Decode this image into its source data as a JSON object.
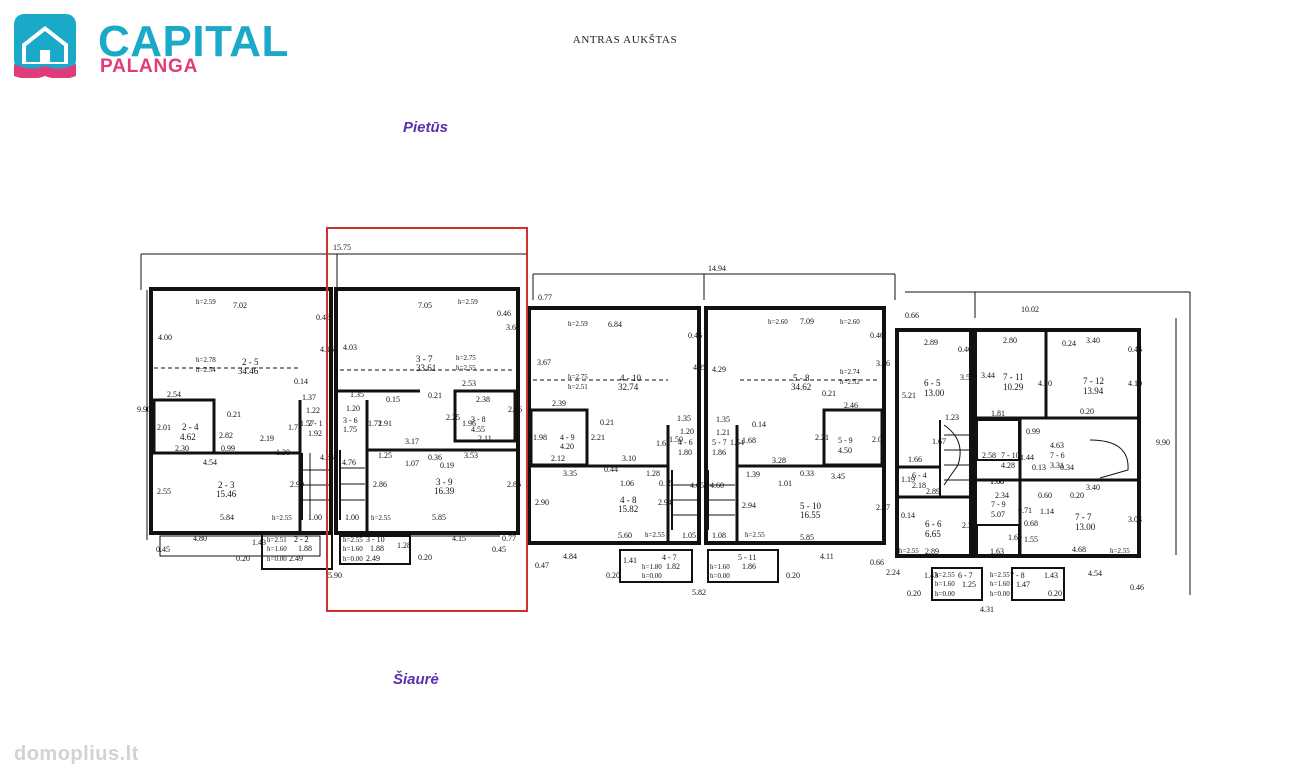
{
  "header": {
    "brand_name": "CAPITAL",
    "brand_sub": "PALANGA",
    "floor_title": "ANTRAS AUKŠTAS"
  },
  "orientation": {
    "south": "Pietūs",
    "north": "Šiaurė"
  },
  "watermark": "domoplius.lt",
  "colors": {
    "brand_blue": "#1aa9c8",
    "brand_pink": "#e23b7c",
    "direction_purple": "#5a2fb0",
    "highlight_red": "#d32f2f",
    "wall": "#111111"
  },
  "overall_dimensions": {
    "d1": "15.75",
    "d2": "14.94",
    "d3": "10.02",
    "d4": "9.90",
    "d5": "9.90",
    "d6": "5.82",
    "d7": "5.90",
    "d8": "4.31"
  },
  "apartment_2": {
    "r_2_5": {
      "code": "2 - 5",
      "area": "34.46"
    },
    "r_2_4": {
      "code": "2 - 4",
      "area": "4.62"
    },
    "r_2_1": {
      "code": "2 - 1",
      "area": "1.92"
    },
    "r_2_3": {
      "code": "2 - 3",
      "area": "15.46"
    },
    "r_2_2": {
      "code": "2 - 2",
      "area": "1.88"
    },
    "dims": {
      "top": "7.02",
      "h1": "h=2.59",
      "h2": "h=2.78",
      "h3": "h=2.54",
      "left1": "4.00",
      "right1": "0.46",
      "right2": "4.16",
      "d_254": "2.54",
      "d_021": "0.21",
      "d_137": "1.37",
      "d_122": "1.22",
      "d_157": "1.57",
      "d_171": "1.71",
      "d_201": "2.01",
      "d_282": "2.82",
      "d_230": "2.30",
      "d_099": "0.99",
      "d_219": "2.19",
      "d_130": "1.30",
      "d_454": "4.54",
      "d_014": "0.14",
      "d_255a": "2.55",
      "d_299": "2.99",
      "d_584": "5.84",
      "h255": "h=2.55",
      "d_100": "1.00",
      "d_480": "4.80",
      "d_143": "1.43",
      "h251": "h=2.51",
      "h160": "h=1.60",
      "h000": "h=0.00",
      "d_249": "2.49",
      "d_020": "0.20",
      "d_045": "0.45",
      "d_464": "4.64"
    }
  },
  "apartment_3": {
    "r_3_7": {
      "code": "3 - 7",
      "area": "33.61"
    },
    "r_3_8": {
      "code": "3 - 8",
      "area": "4.55"
    },
    "r_3_6": {
      "code": "3 - 6",
      "area": "1.75"
    },
    "r_3_9": {
      "code": "3 - 9",
      "area": "16.39"
    },
    "r_3_10": {
      "code": "3 - 10",
      "area": "1.88"
    },
    "dims": {
      "top": "7.05",
      "h1": "h=2.59",
      "h2": "h=2.75",
      "h3": "h=2.55",
      "left1": "4.03",
      "right1": "0.46",
      "right2": "3.69",
      "d_253": "2.53",
      "d_238": "2.38",
      "d_135": "1.35",
      "d_120": "1.20",
      "d_015": "0.15",
      "d_021": "0.21",
      "d_196": "1.96",
      "d_211": "2.11",
      "d_191": "1.91",
      "d_172": "1.72",
      "d_225": "2.25",
      "d_226": "2.26",
      "d_317": "3.17",
      "d_125": "1.25",
      "d_107": "1.07",
      "d_019": "0.19",
      "d_353": "3.53",
      "d_476": "4.76",
      "d_286a": "2.86",
      "d_286b": "2.86",
      "d_100": "1.00",
      "h255": "h=2.55",
      "d_585": "5.85",
      "d_415": "4.15",
      "d_128": "1.28",
      "d_045": "0.45",
      "d_077": "0.77",
      "d_020": "0.20",
      "h255b": "h=2.55",
      "h160": "h=1.60",
      "h000": "h=0.00",
      "d_249": "2.49",
      "d_036": "0.36"
    }
  },
  "apartment_4": {
    "r_4_10": {
      "code": "4 - 10",
      "area": "32.74"
    },
    "r_4_9": {
      "code": "4 - 9",
      "area": "4.20"
    },
    "r_4_6": {
      "code": "4 - 6",
      "area": "1.80"
    },
    "r_4_8": {
      "code": "4 - 8",
      "area": "15.82"
    },
    "r_4_7": {
      "code": "4 - 7",
      "area": "1.82"
    },
    "dims": {
      "top": "6.84",
      "h1": "h=2.59",
      "h2": "h=2.75",
      "h3": "h=2.51",
      "left1": "3.67",
      "right1": "0.46",
      "right2": "4.25",
      "d_077": "0.77",
      "d_239": "2.39",
      "d_021": "0.21",
      "d_135": "1.35",
      "d_120": "1.20",
      "d_198": "1.98",
      "d_212": "2.12",
      "d_310": "3.10",
      "d_335": "3.35",
      "d_044": "0.44",
      "d_128": "1.28",
      "d_106": "1.06",
      "d_015": "0.15",
      "d_290": "2.90",
      "d_294": "2.94",
      "d_484": "4.84",
      "d_560": "5.60",
      "d_105": "1.05",
      "d_141": "1.41",
      "d_047": "0.47",
      "d_020": "0.20",
      "h255": "h=2.55",
      "h180": "h=1.80",
      "h000": "h=0.00",
      "d_465": "4.65",
      "d_221": "2.21",
      "d_163": "1.63",
      "d_150": "1.50"
    }
  },
  "apartment_5": {
    "r_5_8": {
      "code": "5 - 8",
      "area": "34.62"
    },
    "r_5_9": {
      "code": "5 - 9",
      "area": "4.50"
    },
    "r_5_7": {
      "code": "5 - 7",
      "area": "1.86"
    },
    "r_5_10": {
      "code": "5 - 10",
      "area": "16.55"
    },
    "r_5_11": {
      "code": "5 - 11",
      "area": "1.86"
    },
    "dims": {
      "top": "7.09",
      "h1": "h=2.60",
      "h2": "h=2.60",
      "h3": "h=2.74",
      "h4": "h=2.52",
      "left1": "4.29",
      "right1": "0.46",
      "right2": "3.76",
      "d_135": "1.35",
      "d_121": "1.21",
      "d_014": "0.14",
      "d_246": "2.46",
      "d_021": "0.21",
      "d_328": "3.28",
      "d_139": "1.39",
      "d_101": "1.01",
      "d_345": "3.45",
      "d_294": "2.94",
      "d_287": "2.87",
      "d_585": "5.85",
      "d_411": "4.11",
      "d_108": "1.08",
      "h255": "h=2.55",
      "h160": "h=1.60",
      "h000": "h=0.00",
      "d_020": "0.20",
      "d_066": "0.66",
      "d_200": "2.00",
      "d_460": "4.60",
      "d_033": "0.33",
      "d_154": "1.54",
      "d_168": "1.68",
      "d_221": "2.21"
    }
  },
  "apartment_6": {
    "r_6_5": {
      "code": "6 - 5",
      "area": "13.00"
    },
    "r_6_4": {
      "code": "6 - 4",
      "area": "2.18"
    },
    "r_6_6": {
      "code": "6 - 6",
      "area": "6.65"
    },
    "r_6_7": {
      "code": "6 - 7",
      "area": "1.25"
    },
    "dims": {
      "d_289a": "2.89",
      "d_046": "0.46",
      "d_521": "5.21",
      "d_354": "3.54",
      "d_066": "0.66",
      "d_123": "1.23",
      "d_167": "1.67",
      "d_166": "1.66",
      "d_119": "1.19",
      "d_289b": "2.89",
      "d_014": "0.14",
      "d_230": "2.30",
      "d_289c": "2.89",
      "h255": "h=2.55",
      "d_224": "2.24",
      "d_143": "1.43",
      "h255b": "h=2.55",
      "h160": "h=1.60",
      "h000": "h=0.00",
      "d_020": "0.20"
    }
  },
  "apartment_7": {
    "r_7_11": {
      "code": "7 - 11",
      "area": "10.29"
    },
    "r_7_12": {
      "code": "7 - 12",
      "area": "13.94"
    },
    "r_7_10": {
      "code": "7 - 10",
      "area": "4.28"
    },
    "r_7_6": {
      "code": "7 - 6",
      "area": "3.31"
    },
    "r_7_9": {
      "code": "7 - 9",
      "area": "5.07"
    },
    "r_7_7": {
      "code": "7 - 7",
      "area": "13.00"
    },
    "r_7_8": {
      "code": "7 - 8",
      "area": "1.47"
    },
    "dims": {
      "d_280": "2.80",
      "d_024": "0.24",
      "d_340a": "3.40",
      "d_046": "0.46",
      "d_344": "3.44",
      "d_410a": "4.10",
      "d_410b": "4.10",
      "d_020a": "0.20",
      "d_181": "1.81",
      "d_099": "0.99",
      "d_463": "4.63",
      "d_144": "1.44",
      "d_013": "0.13",
      "d_034": "0.34",
      "d_258": "2.58",
      "d_168a": "1.68",
      "d_234": "2.34",
      "d_060": "0.60",
      "d_020b": "0.20",
      "d_340b": "3.40",
      "d_071": "0.71",
      "d_114": "1.14",
      "d_068": "0.68",
      "d_169": "1.69",
      "d_155": "1.55",
      "d_304": "3.04",
      "d_468": "4.68",
      "h255": "h=2.55",
      "d_163": "1.63",
      "d_454": "4.54",
      "d_143": "1.43",
      "d_046b": "0.46",
      "d_020c": "0.20",
      "h255b": "h=2.55",
      "h160": "h=1.60",
      "h000": "h=0.00",
      "d_168b": "1.68"
    }
  }
}
